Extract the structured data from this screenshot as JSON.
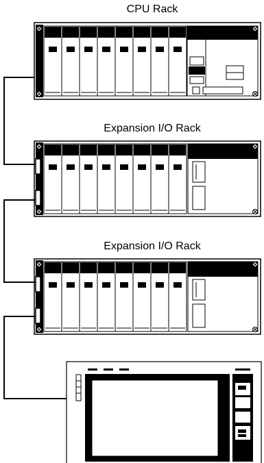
{
  "labels": {
    "cpu_rack": "CPU Rack",
    "expansion_rack_1": "Expansion I/O Rack",
    "expansion_rack_2": "Expansion I/O Rack"
  },
  "racks": [
    {
      "id": "cpu-rack",
      "type": "CPU",
      "io_slots": 8
    },
    {
      "id": "expansion-rack-1",
      "type": "Expansion I/O",
      "io_slots": 8
    },
    {
      "id": "expansion-rack-2",
      "type": "Expansion I/O",
      "io_slots": 8
    }
  ],
  "terminal": {
    "type": "operator panel"
  },
  "colors": {
    "line": "#000000",
    "fill": "#ffffff",
    "dark": "#000000"
  }
}
